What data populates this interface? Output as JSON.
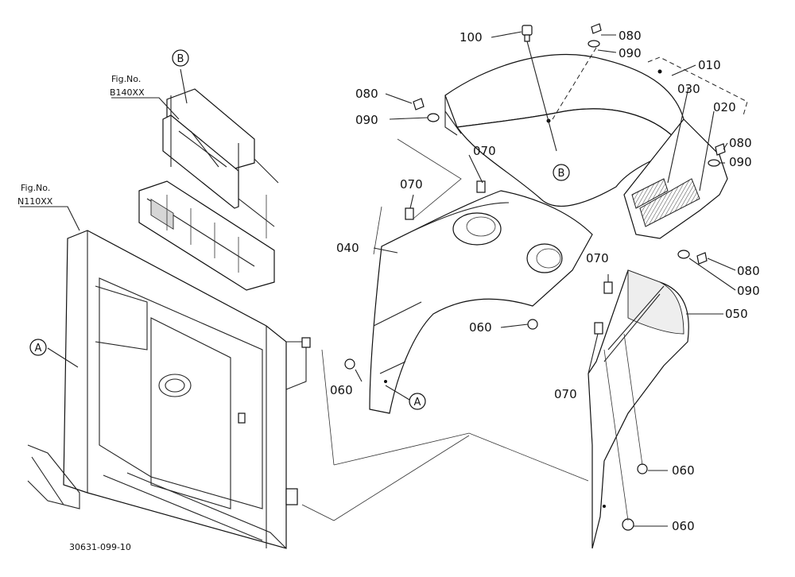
{
  "figure_refs": {
    "b140": {
      "fig_label": "Fig.No.",
      "code": "B140XX"
    },
    "n110": {
      "fig_label": "Fig.No.",
      "code": "N110XX"
    }
  },
  "part_numbers": {
    "p010": "010",
    "p020": "020",
    "p030": "030",
    "p040": "040",
    "p050": "050",
    "p060_a": "060",
    "p060_b": "060",
    "p060_c": "060",
    "p060_d": "060",
    "p070_a": "070",
    "p070_b": "070",
    "p070_c": "070",
    "p070_d": "070",
    "p080_a": "080",
    "p080_b": "080",
    "p080_c": "080",
    "p080_d": "080",
    "p090_a": "090",
    "p090_b": "090",
    "p090_c": "090",
    "p090_d": "090",
    "p100": "100"
  },
  "reference_markers": {
    "a_left": "A",
    "a_mid": "A",
    "b_top": "B",
    "b_mid": "B"
  },
  "drawing_code": "30631-099-10"
}
